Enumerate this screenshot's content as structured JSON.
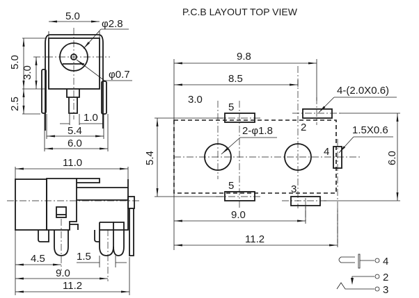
{
  "title": "P.C.B LAYOUT    TOP VIEW",
  "front_view": {
    "dims": {
      "width_top": "5.0",
      "hole_dia": "φ2.8",
      "pin_dia": "φ0.7",
      "height": "5.0",
      "center_height": "3.0",
      "leg_height": "2.5",
      "pin_gap": "1.0",
      "inner_width": "5.4",
      "outer_width": "6.0"
    }
  },
  "side_view": {
    "dims": {
      "body_length": "11.0",
      "pin1_offset": "4.5",
      "pin_spacing": "1.5",
      "pin_distance": "9.0",
      "overall_length": "11.2"
    }
  },
  "pcb_layout": {
    "dims": {
      "width_98": "9.8",
      "width_85": "8.5",
      "offset_30": "3.0",
      "pad_label": "4-(2.0X0.6)",
      "hole_label": "2-φ1.8",
      "pad4_label": "1.5X0.6",
      "height_54": "5.4",
      "height_60": "6.0",
      "dist_90": "9.0",
      "dist_112": "11.2"
    },
    "pin_labels": {
      "p5_top": "5",
      "p5_bottom": "5",
      "p2": "2",
      "p3": "3",
      "p4": "4"
    }
  },
  "schematic": {
    "pins": [
      "4",
      "2",
      "3"
    ]
  }
}
